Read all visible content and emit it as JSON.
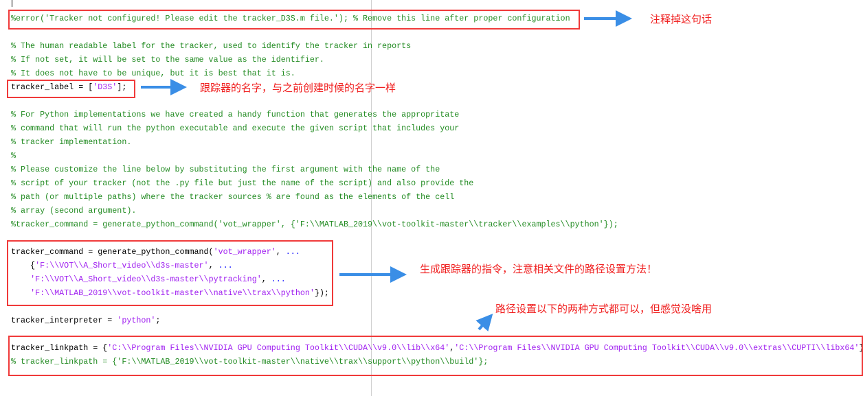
{
  "editor": {
    "lines": [
      [
        {
          "t": "%error('Tracker not configured! Please edit the tracker_D3S.m file.'); % Remove this line after proper configuration",
          "c": "c"
        }
      ],
      [],
      [
        {
          "t": "% The human readable label for the tracker, used to identify the tracker in reports",
          "c": "c"
        }
      ],
      [
        {
          "t": "% If not set, it will be set to the same value as the identifier.",
          "c": "c"
        }
      ],
      [
        {
          "t": "% It does not have to be unique, but it is best that it is.",
          "c": "c"
        }
      ],
      [
        {
          "t": "tracker_label = [",
          "c": "n"
        },
        {
          "t": "'D3S'",
          "c": "s"
        },
        {
          "t": "];",
          "c": "n"
        }
      ],
      [],
      [
        {
          "t": "% For Python implementations we have created a handy function that generates the appropritate",
          "c": "c"
        }
      ],
      [
        {
          "t": "% command that will run the python executable and execute the given script that includes your",
          "c": "c"
        }
      ],
      [
        {
          "t": "% tracker implementation.",
          "c": "c"
        }
      ],
      [
        {
          "t": "%",
          "c": "c"
        }
      ],
      [
        {
          "t": "% Please customize the line below by substituting the first argument with the name of the",
          "c": "c"
        }
      ],
      [
        {
          "t": "% script of your tracker (not the .py file but just the name of the script) and also provide the",
          "c": "c"
        }
      ],
      [
        {
          "t": "% path (or multiple paths) where the tracker sources % are found as the elements of the cell",
          "c": "c"
        }
      ],
      [
        {
          "t": "% array (second argument).",
          "c": "c"
        }
      ],
      [
        {
          "t": "%tracker_command = generate_python_command('vot_wrapper', {'F:\\\\MATLAB_2019\\\\vot-toolkit-master\\\\tracker\\\\examples\\\\python'});",
          "c": "c"
        }
      ],
      [],
      [
        {
          "t": "tracker_command = generate_python_command(",
          "c": "n"
        },
        {
          "t": "'vot_wrapper'",
          "c": "s"
        },
        {
          "t": ", ",
          "c": "n"
        },
        {
          "t": "...",
          "c": "k"
        }
      ],
      [
        {
          "t": "    {",
          "c": "n"
        },
        {
          "t": "'F:\\\\VOT\\\\A_Short_video\\\\d3s-master'",
          "c": "s"
        },
        {
          "t": ", ",
          "c": "n"
        },
        {
          "t": "...",
          "c": "k"
        }
      ],
      [
        {
          "t": "    ",
          "c": "n"
        },
        {
          "t": "'F:\\\\VOT\\\\A_Short_video\\\\d3s-master\\\\pytracking'",
          "c": "s"
        },
        {
          "t": ", ",
          "c": "n"
        },
        {
          "t": "...",
          "c": "k"
        }
      ],
      [
        {
          "t": "    ",
          "c": "n"
        },
        {
          "t": "'F:\\\\MATLAB_2019\\\\vot-toolkit-master\\\\native\\\\trax\\\\python'",
          "c": "s"
        },
        {
          "t": "});",
          "c": "n"
        }
      ],
      [],
      [
        {
          "t": "tracker_interpreter = ",
          "c": "n"
        },
        {
          "t": "'python'",
          "c": "s"
        },
        {
          "t": ";",
          "c": "n"
        }
      ],
      [],
      [
        {
          "t": "tracker_linkpath = {",
          "c": "n"
        },
        {
          "t": "'C:\\\\Program Files\\\\NVIDIA GPU Computing Toolkit\\\\CUDA\\\\v9.0\\\\lib\\\\x64'",
          "c": "s"
        },
        {
          "t": ",",
          "c": "n"
        },
        {
          "t": "'C:\\\\Program Files\\\\NVIDIA GPU Computing Toolkit\\\\CUDA\\\\v9.0\\\\extras\\\\CUPTI\\\\libx64'",
          "c": "s"
        },
        {
          "t": "}",
          "c": "n"
        }
      ],
      [
        {
          "t": "% tracker_linkpath = {'F:\\\\MATLAB_2019\\\\vot-toolkit-master\\\\native\\\\trax\\\\support\\\\python\\\\build'};",
          "c": "c"
        }
      ]
    ]
  },
  "annotations": {
    "note1": "注释掉这句话",
    "note2": "跟踪器的名字，与之前创建时候的名字一样",
    "note3": "生成跟踪器的指令，注意相关文件的路径设置方法！",
    "note4": "路径设置以下的两种方式都可以，但感觉没啥用"
  },
  "colors": {
    "comment": "#228B22",
    "string": "#A020F0",
    "keyword": "#0000FF",
    "annotation_box": "#f03a3a",
    "arrow": "#3a8ee6"
  }
}
